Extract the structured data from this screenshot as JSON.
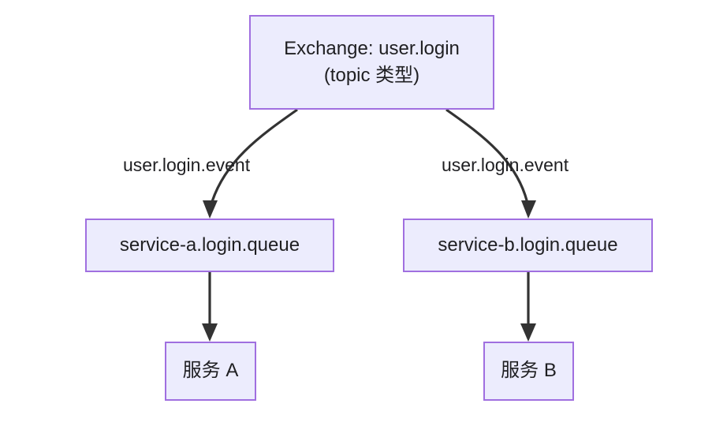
{
  "diagram": {
    "type": "flowchart",
    "direction": "top-down",
    "background_color": "#ffffff",
    "node_fill_color": "#ececfd",
    "node_border_color": "#a06fe0",
    "edge_color": "#333333",
    "text_color": "#1f1f22",
    "nodes": [
      {
        "id": "exchange",
        "line1": "Exchange: user.login",
        "line2": "(topic 类型)"
      },
      {
        "id": "queue-a",
        "label": "service-a.login.queue"
      },
      {
        "id": "queue-b",
        "label": "service-b.login.queue"
      },
      {
        "id": "service-a",
        "label": "服务 A"
      },
      {
        "id": "service-b",
        "label": "服务 B"
      }
    ],
    "edges": [
      {
        "id": "exchange-to-queue-a",
        "from": "exchange",
        "to": "queue-a",
        "label": "user.login.event",
        "style": "curved"
      },
      {
        "id": "exchange-to-queue-b",
        "from": "exchange",
        "to": "queue-b",
        "label": "user.login.event",
        "style": "curved"
      },
      {
        "id": "queue-a-to-service-a",
        "from": "queue-a",
        "to": "service-a",
        "label": "",
        "style": "straight"
      },
      {
        "id": "queue-b-to-service-b",
        "from": "queue-b",
        "to": "service-b",
        "label": "",
        "style": "straight"
      }
    ]
  }
}
